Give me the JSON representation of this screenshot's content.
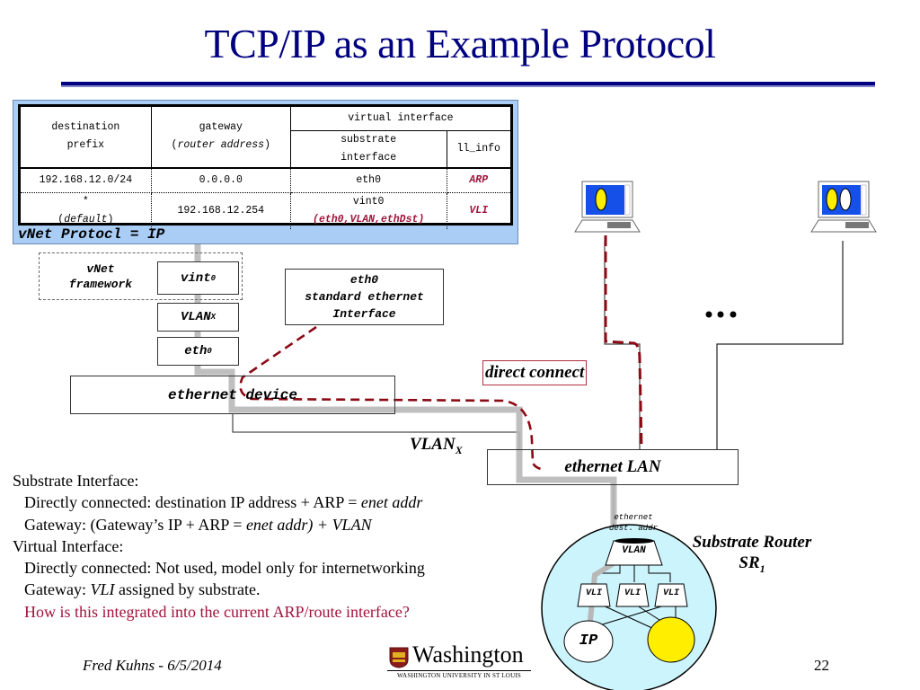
{
  "slide": {
    "title": "TCP/IP as an Example Protocol",
    "footer_author_date": "Fred Kuhns - 6/5/2014",
    "page_number": "22",
    "logo": {
      "word": "Washington",
      "subtitle": "WASHINGTON UNIVERSITY IN ST LOUIS",
      "crest_colors": [
        "#8b1a1a",
        "#e0b020"
      ]
    }
  },
  "route_table": {
    "headers": {
      "destination": [
        "destination",
        "prefix"
      ],
      "gateway": [
        "gateway",
        "router address"
      ],
      "virtual_interface": "virtual interface",
      "substrate_interface": [
        "substrate",
        "interface"
      ],
      "ll_info": "ll_info"
    },
    "rows": [
      {
        "destination": "192.168.12.0/24",
        "destination_note": "",
        "gateway": "0.0.0.0",
        "substrate_interface": "eth0",
        "substrate_note": "",
        "ll_info": "ARP"
      },
      {
        "destination": "*",
        "destination_note": "default",
        "gateway": "192.168.12.254",
        "substrate_interface": "vint0",
        "substrate_note": "(eth0,VLAN,ethDst)",
        "ll_info": "VLI"
      }
    ],
    "protocol_label": "vNet Protocl = IP",
    "panel_color": "#a9cdf5",
    "accent_red": "#a0143c"
  },
  "stack": {
    "framework_label": [
      "vNet",
      "framework"
    ],
    "vint": {
      "base": "vint",
      "sub": "0"
    },
    "vlan": {
      "base": "VLAN",
      "sub": "X"
    },
    "eth": {
      "base": "eth",
      "sub": "0"
    },
    "eth0_callout": [
      "eth0",
      "standard ethernet",
      "Interface"
    ],
    "ethernet_device": "ethernet device"
  },
  "network": {
    "vlan_label": {
      "base": "VLAN",
      "sub": "X"
    },
    "direct_connect": "direct connect",
    "ethernet_lan": "ethernet LAN",
    "ellipsis": "•••",
    "hosts": [
      {
        "name": "host-left",
        "apps": [
          "yellow"
        ]
      },
      {
        "name": "host-right",
        "apps": [
          "yellow",
          "white"
        ]
      }
    ]
  },
  "router": {
    "name": "Substrate Router",
    "id": {
      "base": "SR",
      "sub": "1"
    },
    "ethernet_note": [
      "ethernet",
      "dest. addr"
    ],
    "vlan": "VLAN",
    "vlis": [
      "VLI",
      "VLI",
      "VLI"
    ],
    "ip": "IP",
    "fill": "#ccf4fc",
    "other_protocol_color": "#ffee00"
  },
  "notes": {
    "substrate_heading": "Substrate Interface:",
    "substrate_direct_prefix": "Directly connected: destination IP address + ARP = ",
    "substrate_direct_em": "enet addr",
    "substrate_gw_prefix": "Gateway:  (Gateway’s IP + ARP = ",
    "substrate_gw_em": "enet addr) + VLAN",
    "virtual_heading": "Virtual Interface:",
    "virtual_direct": "Directly connected: Not used, model only for internetworking",
    "virtual_gw_prefix": "Gateway: ",
    "virtual_gw_em": "VLI",
    "virtual_gw_suffix": " assigned by substrate.",
    "question": "How is this integrated into the current ARP/route interface?"
  }
}
